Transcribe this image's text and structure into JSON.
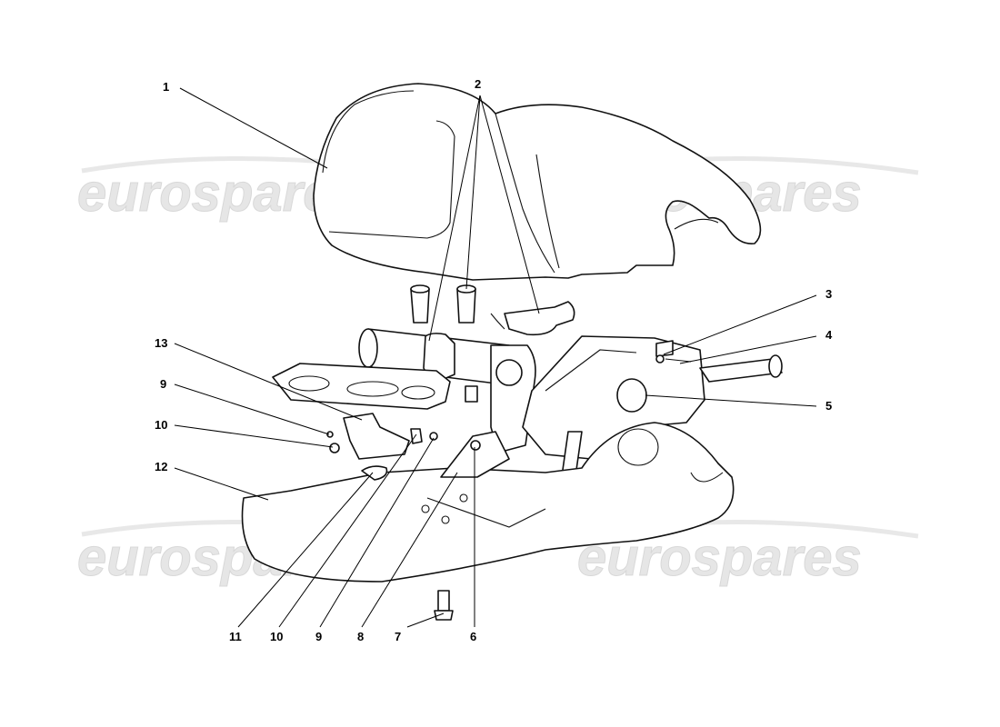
{
  "watermark": {
    "text": "eurospares",
    "color": "#e6e6e6"
  },
  "callouts": {
    "c1": "1",
    "c2": "2",
    "c3": "3",
    "c4": "4",
    "c5": "5",
    "c6": "6",
    "c7": "7",
    "c8": "8",
    "c9a": "9",
    "c9b": "9",
    "c10a": "10",
    "c10b": "10",
    "c11": "11",
    "c12": "12",
    "c13": "13"
  },
  "colors": {
    "line": "#111111",
    "background": "#ffffff"
  }
}
